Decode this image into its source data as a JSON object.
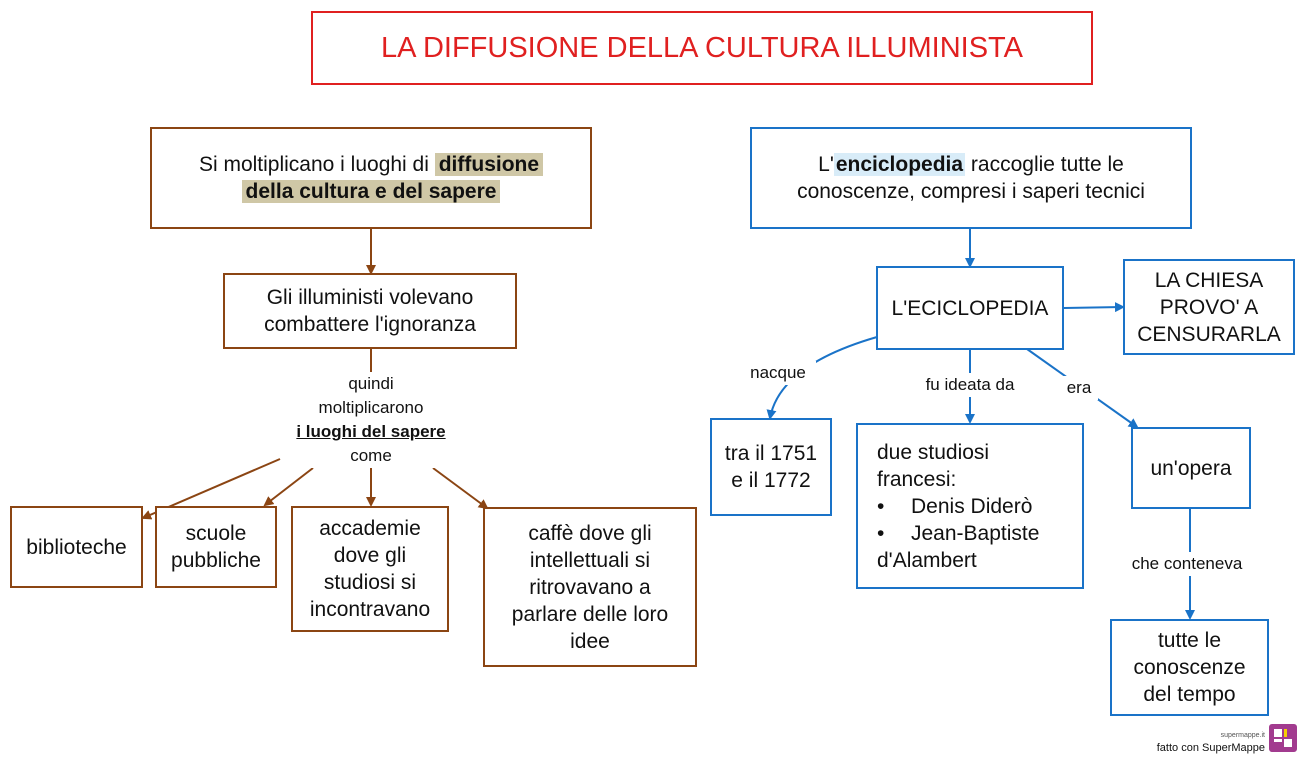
{
  "title": "LA DIFFUSIONE DELLA CULTURA ILLUMINISTA",
  "left": {
    "top_box": {
      "prefix": "Si moltiplicano i luoghi di ",
      "hl1": "diffusione",
      "hl2": "della cultura e del sapere"
    },
    "second_box": "Gli illuministi volevano combattere l'ignoranza",
    "connector": {
      "line1": "quindi",
      "line2": "moltiplicarono",
      "line3": "i luoghi del sapere",
      "line4": "come"
    },
    "places": [
      "biblioteche",
      "scuole pubbliche",
      "accademie dove gli studiosi si incontravano",
      "caffè dove gli intellettuali si ritrovavano a parlare delle loro idee"
    ]
  },
  "right": {
    "top_box": {
      "prefix": "L'",
      "hl": "enciclopedia",
      "suffix": " raccoglie tutte le conoscenze, compresi i saperi tecnici"
    },
    "center_box": "L'ECICLOPEDIA",
    "church_box": "LA CHIESA PROVO' A CENSURARLA",
    "label_nacque": "nacque",
    "label_ideata": "fu ideata da",
    "label_era": "era",
    "label_conteneva": "che conteneva",
    "years_box": "tra il 1751 e il 1772",
    "authors": {
      "intro": "due studiosi francesi:",
      "items": [
        "Denis Diderò",
        "Jean-Baptiste d'Alambert"
      ]
    },
    "opera_box": "un'opera",
    "knowledge_box": "tutte le conoscenze del tempo"
  },
  "footer": {
    "small": "supermappe.it",
    "text": "fatto con SuperMappe"
  },
  "colors": {
    "title": "#e02020",
    "brown": "#8B4513",
    "blue": "#1a73c8"
  }
}
